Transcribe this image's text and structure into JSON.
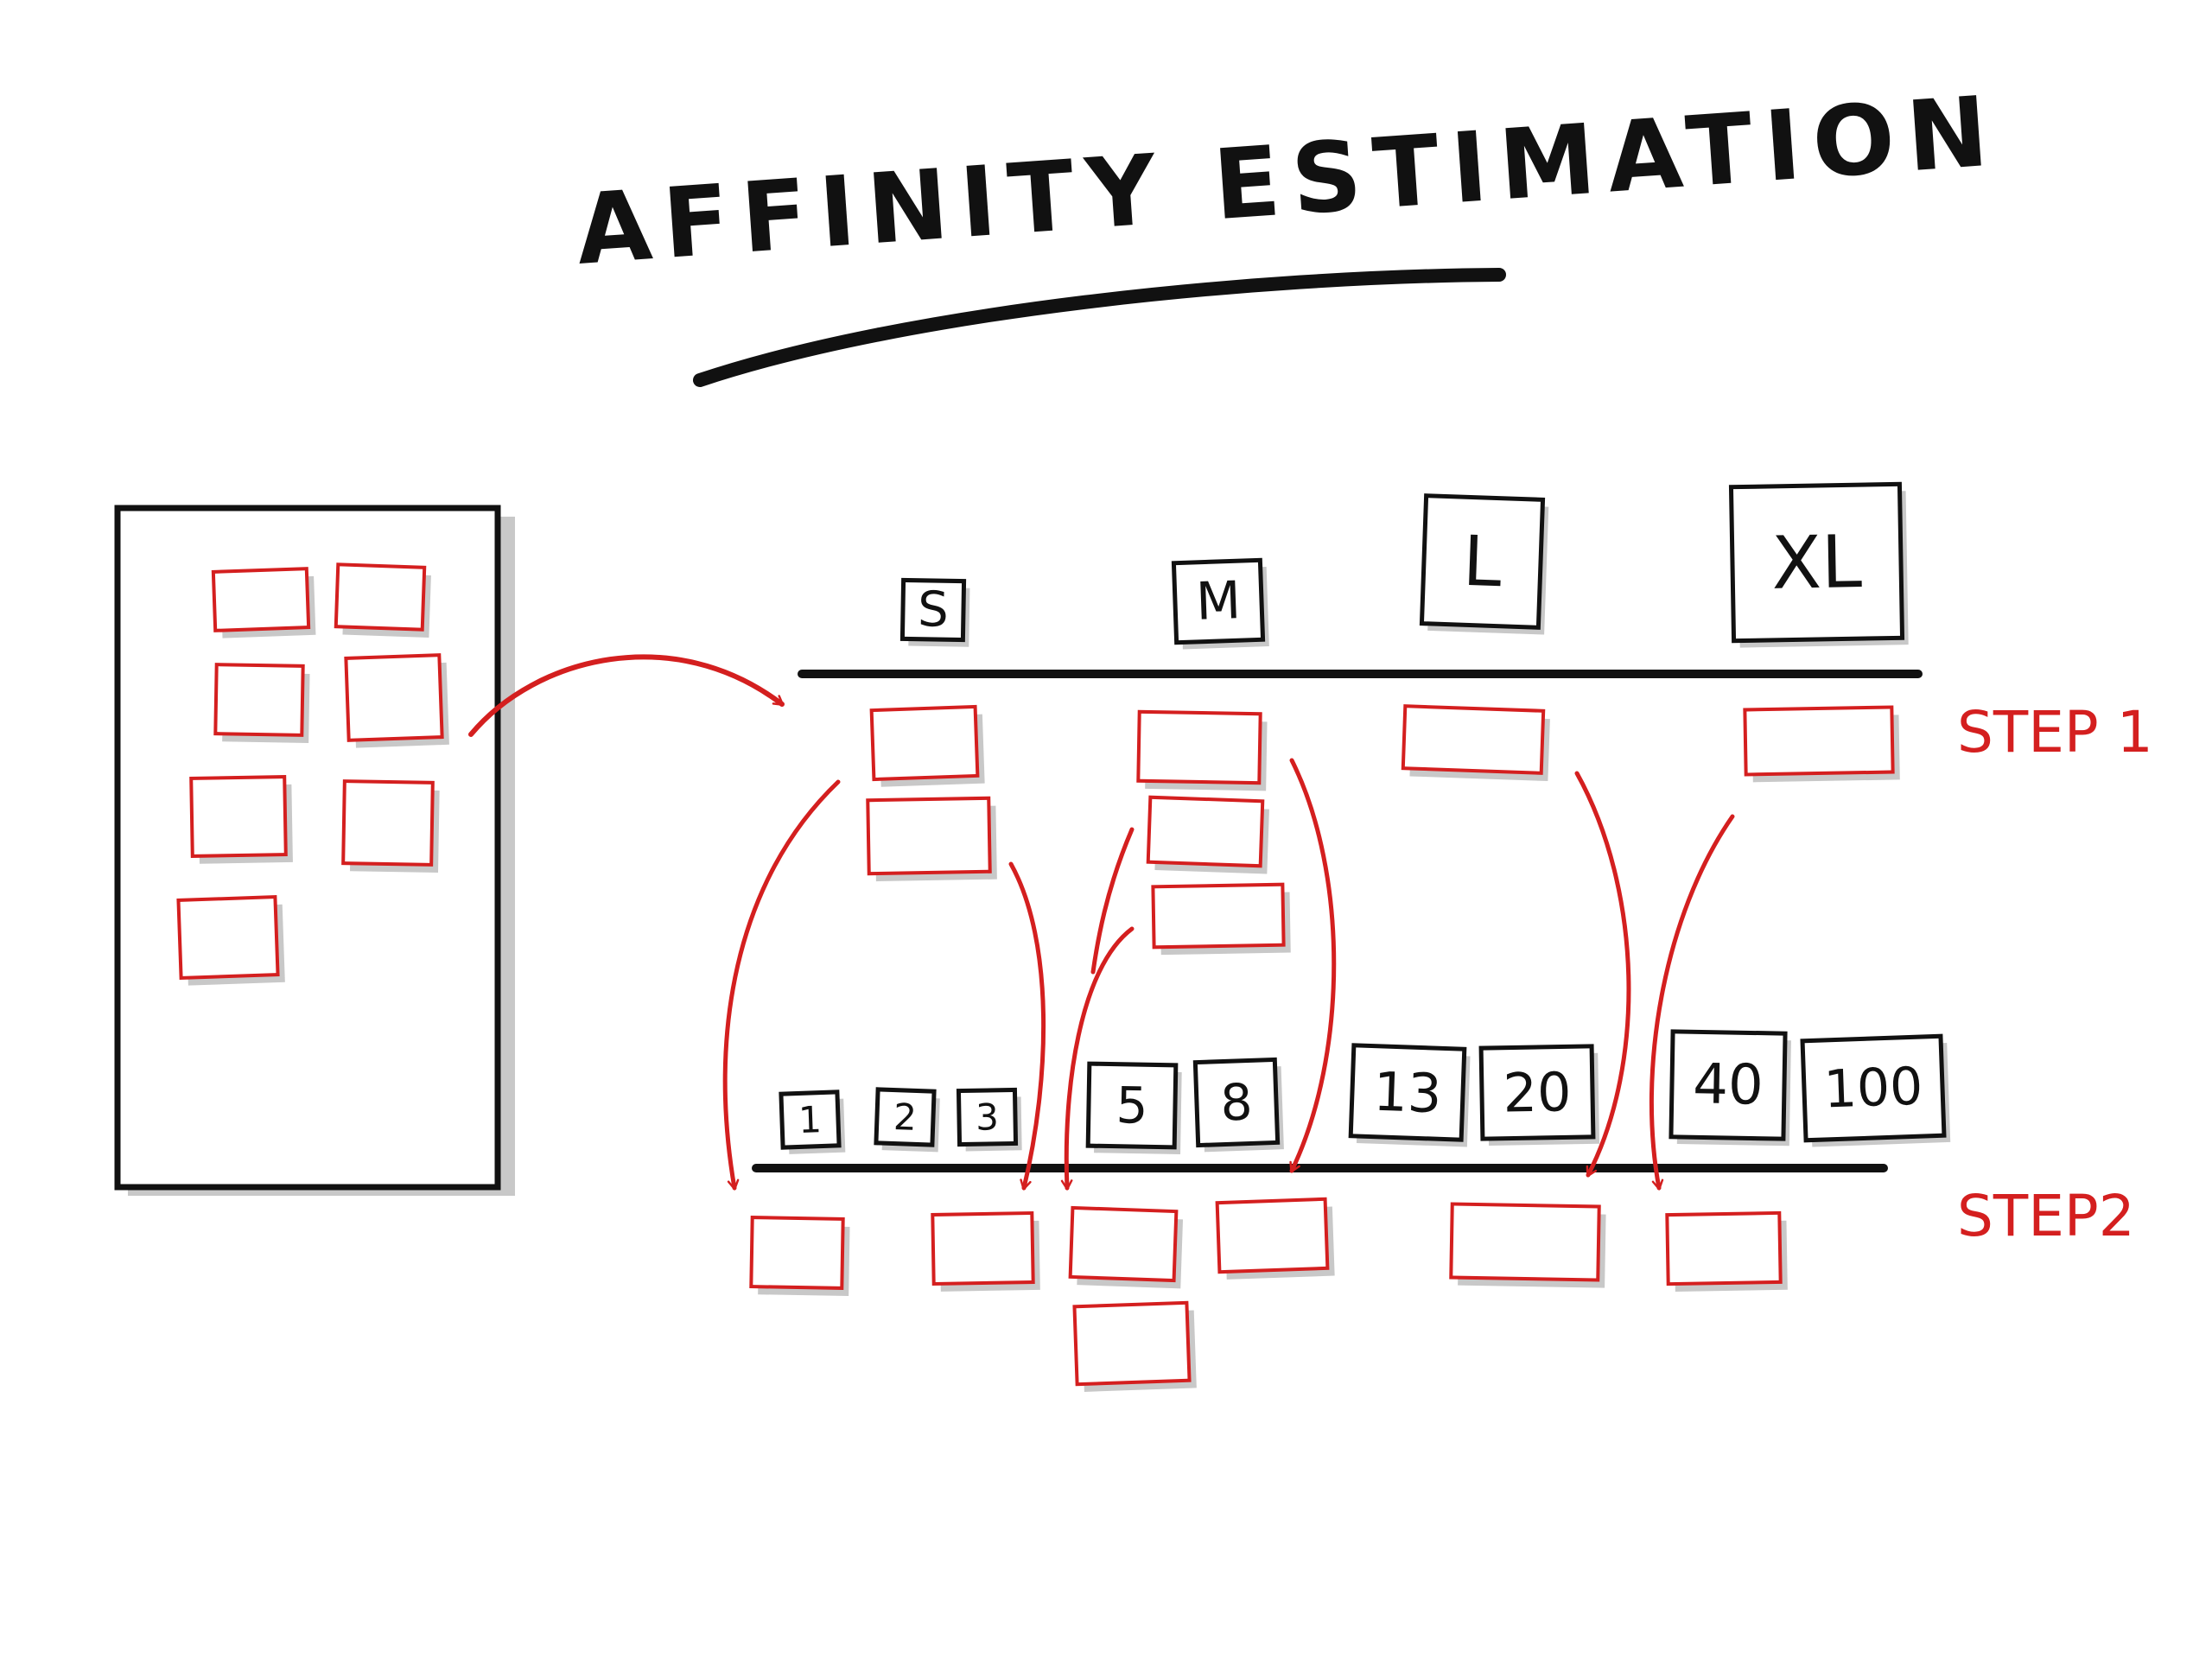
{
  "title": "AFFINITY ESTIMATION",
  "step1": {
    "label": "STEP 1",
    "sizes": [
      "S",
      "M",
      "L",
      "XL"
    ]
  },
  "step2": {
    "label": "STEP2",
    "values": [
      "1",
      "2",
      "3",
      "5",
      "8",
      "13",
      "20",
      "40",
      "100"
    ]
  },
  "colors": {
    "ink": "#111111",
    "card": "#d41f1f",
    "shadow": "#c8c8c8",
    "background": "#ffffff"
  }
}
